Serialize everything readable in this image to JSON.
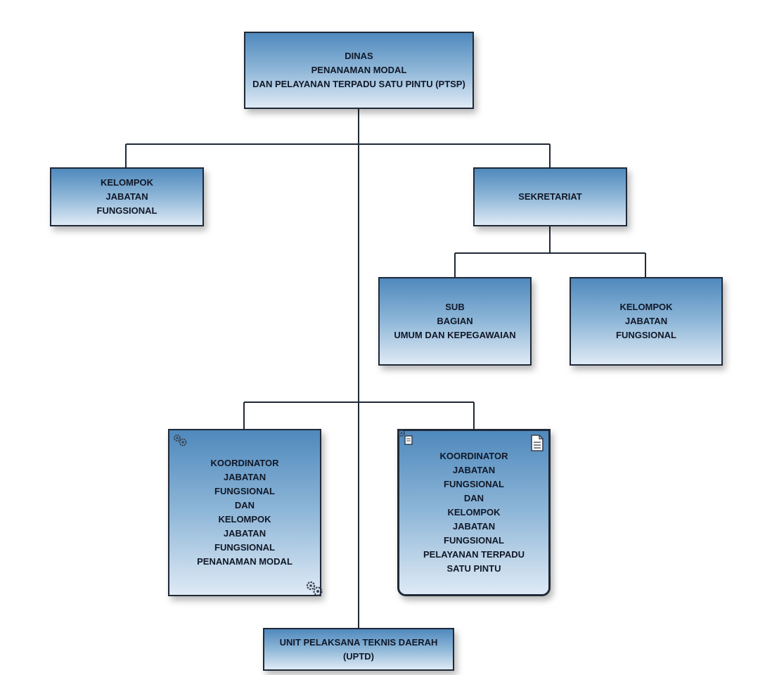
{
  "nodes": {
    "dinas": [
      "DINAS",
      "PENANAMAN MODAL",
      "DAN PELAYANAN TERPADU SATU PINTU (PTSP)"
    ],
    "kelompok_left": [
      "KELOMPOK",
      "JABATAN",
      "FUNGSIONAL"
    ],
    "sekretariat": [
      "SEKRETARIAT"
    ],
    "sub_bagian": [
      "SUB",
      "BAGIAN",
      "UMUM DAN KEPEGAWAIAN"
    ],
    "kelompok_right": [
      "KELOMPOK",
      "JABATAN",
      "FUNGSIONAL"
    ],
    "koordinator_pm": [
      "KOORDINATOR",
      "JABATAN",
      "FUNGSIONAL",
      "DAN",
      "KELOMPOK",
      "JABATAN",
      "FUNGSIONAL",
      "PENANAMAN MODAL"
    ],
    "koordinator_ptsp": [
      "KOORDINATOR",
      "JABATAN",
      "FUNGSIONAL",
      "DAN",
      "KELOMPOK",
      "JABATAN",
      "FUNGSIONAL",
      "PELAYANAN TERPADU",
      "SATU PINTU"
    ],
    "uptd": [
      "UNIT PELAKSANA TEKNIS DAERAH",
      "(UPTD)"
    ]
  },
  "icons": {
    "koordinator_pm_top": "gears-icon",
    "koordinator_pm_bottom": "gears-icon",
    "koordinator_ptsp_left": "gears-document-icon",
    "koordinator_ptsp_right": "document-icon"
  },
  "colors": {
    "box_top": "#4f89bd",
    "box_bottom": "#dfeaf5",
    "border": "#1f2937",
    "connector": "#1f2937"
  }
}
